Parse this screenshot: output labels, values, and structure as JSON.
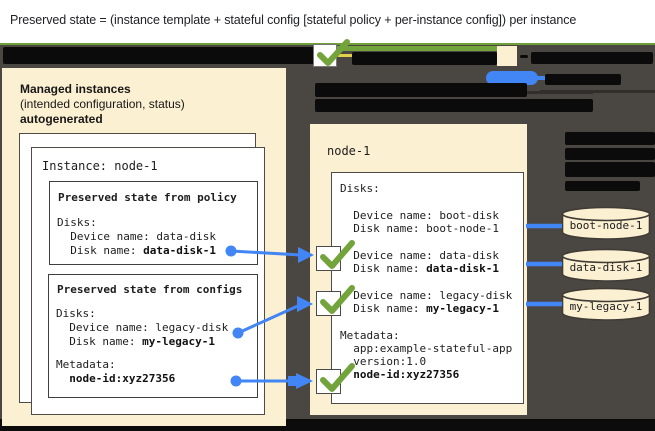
{
  "title": "Preserved state = (instance template + stateful config [stateful policy + per-instance config]) per instance",
  "colors": {
    "bg": "#4A4642",
    "cream": "#FCF0D2",
    "blue": "#4285F4",
    "green": "#73A43C",
    "redact": "#0B0B0B",
    "yellow": "#E3CF4A"
  },
  "legend": {
    "checkmark_icon": "green-checkmark",
    "cream_swatch": "managed-instance-color"
  },
  "left_panel": {
    "heading1": "Managed instances",
    "heading2": "(intended configuration, status)",
    "heading3": "autogenerated",
    "instance_label": "Instance: node-1",
    "box1": {
      "title": "Preserved state from policy",
      "line_disks": "Disks:",
      "line_device": "  Device name: data-disk",
      "disk_prefix": "  Disk name: ",
      "disk_value": "data-disk-1"
    },
    "box2": {
      "title": "Preserved state from configs",
      "line_disks": "Disks:",
      "line_device": "  Device name: legacy-disk",
      "disk_prefix": "  Disk name: ",
      "disk_value": "my-legacy-1",
      "metadata_label": "Metadata:",
      "metadata_prefix": "  ",
      "metadata_value": "node-id:xyz27356"
    }
  },
  "right_panel": {
    "title": "node-1",
    "line_disks": "Disks:",
    "boot_device": "  Device name: boot-disk",
    "boot_disk": "  Disk name: boot-node-1",
    "data_device": "  Device name: data-disk",
    "data_disk_prefix": "  Disk name: ",
    "data_disk_value": "data-disk-1",
    "legacy_device": "  Device name: legacy-disk",
    "legacy_disk_prefix": "  Disk name: ",
    "legacy_disk_value": "my-legacy-1",
    "metadata_label": "Metadata:",
    "metadata_app": "  app:example-stateful-app",
    "metadata_version": "  version:1.0",
    "metadata_node_prefix": "  ",
    "metadata_node_value": "node-id:xyz27356"
  },
  "disks": [
    {
      "label": "boot-node-1"
    },
    {
      "label": "data-disk-1"
    },
    {
      "label": "my-legacy-1"
    }
  ]
}
